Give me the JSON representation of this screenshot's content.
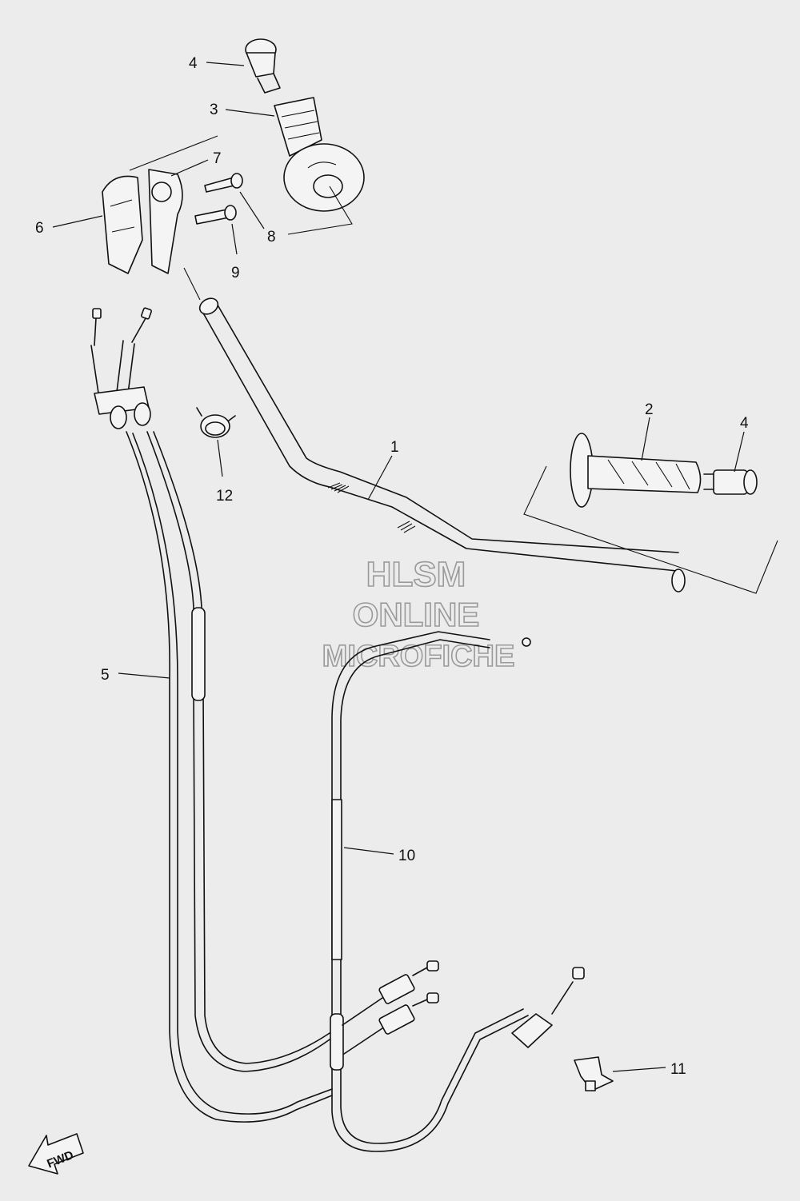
{
  "watermark": {
    "line1": "HLSM",
    "line2": "ONLINE",
    "line3": "MICROFICHE"
  },
  "direction_marker": {
    "label": "FWD",
    "icon": "forward-arrow-icon"
  },
  "callouts": [
    {
      "id": "callout-1",
      "number": "1"
    },
    {
      "id": "callout-2",
      "number": "2"
    },
    {
      "id": "callout-3",
      "number": "3"
    },
    {
      "id": "callout-4-left",
      "number": "4"
    },
    {
      "id": "callout-4-right",
      "number": "4"
    },
    {
      "id": "callout-5",
      "number": "5"
    },
    {
      "id": "callout-6",
      "number": "6"
    },
    {
      "id": "callout-7",
      "number": "7"
    },
    {
      "id": "callout-8",
      "number": "8"
    },
    {
      "id": "callout-9",
      "number": "9"
    },
    {
      "id": "callout-10",
      "number": "10"
    },
    {
      "id": "callout-11",
      "number": "11"
    },
    {
      "id": "callout-12",
      "number": "12"
    }
  ]
}
